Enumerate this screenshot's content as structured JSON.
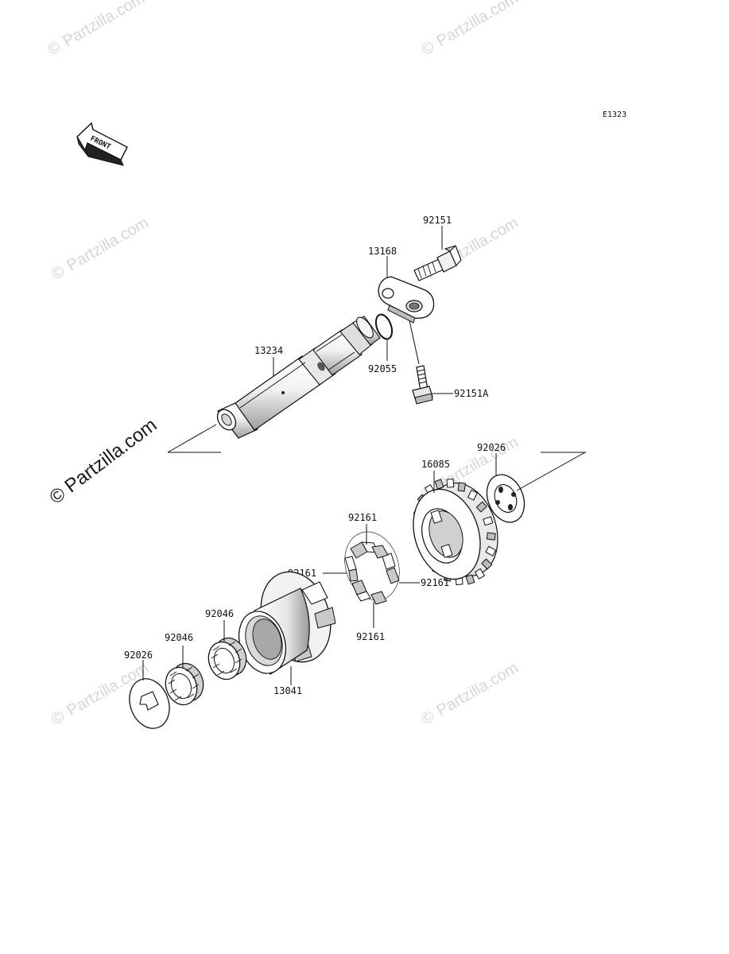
{
  "diagram_code": "E1323",
  "direction_badge": "FRONT",
  "watermark": {
    "text": "Partzilla.com",
    "copyright_symbol": "©"
  },
  "parts": {
    "p92151": "92151",
    "p13168": "13168",
    "p13234": "13234",
    "p92055": "92055",
    "p92151A": "92151A",
    "p92026_right": "92026",
    "p16085": "16085",
    "p92161_top": "92161",
    "p92161_left": "92161",
    "p92161_right": "92161",
    "p92161_bottom": "92161",
    "p92046_upper": "92046",
    "p92046_lower": "92046",
    "p92026_left": "92026",
    "p13041": "13041"
  }
}
